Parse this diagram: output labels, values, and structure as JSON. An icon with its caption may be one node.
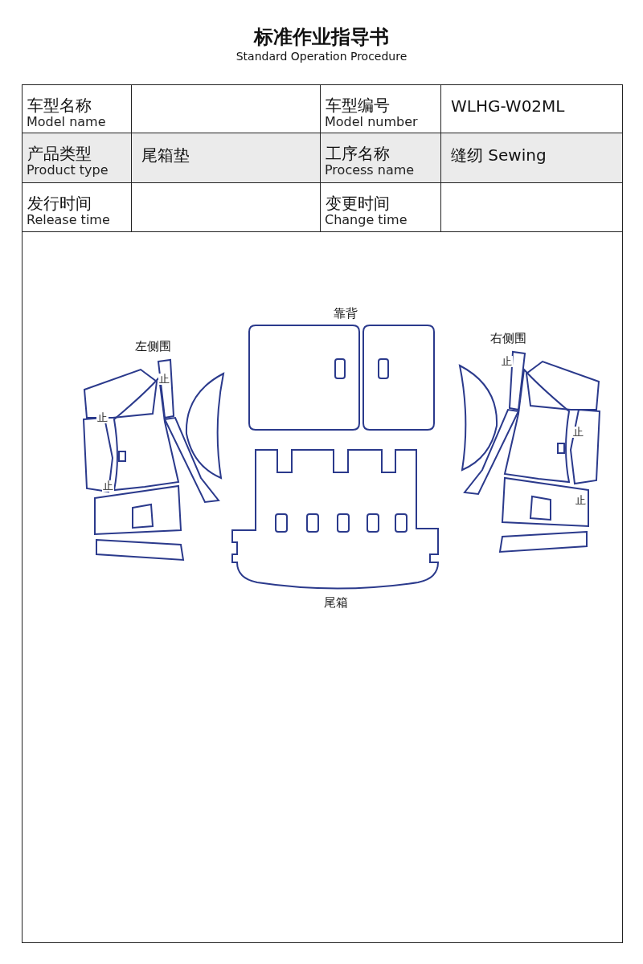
{
  "diagram": {
    "title": "标准作业指导书",
    "labels": [
      "Standard Operation Procedure",
      "车型名称",
      "Model name",
      "车型编号",
      "Model number",
      "WLHG-W02ML",
      "产品类型",
      "Product type",
      "尾箱垫",
      "工序名称",
      "Process name",
      "缝纫 Sewing",
      "发行时间",
      "Release time",
      "变更时间",
      "Change time",
      "靠背",
      "右侧围",
      "左侧围",
      "止",
      "止",
      "止",
      "止",
      "止",
      "止",
      "尾箱"
    ]
  }
}
